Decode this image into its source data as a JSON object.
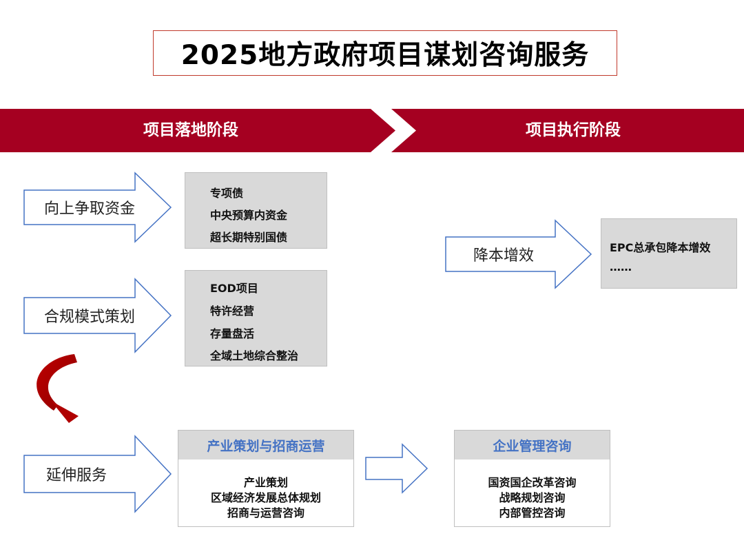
{
  "title": "2025地方政府项目谋划咨询服务",
  "banner": {
    "stage_left": "项目落地阶段",
    "stage_right": "项目执行阶段",
    "color": "#a50021"
  },
  "arrows": {
    "funding": "向上争取资金",
    "compliance": "合规模式策划",
    "extension": "延伸服务",
    "cost": "降本增效"
  },
  "boxes": {
    "funding": [
      "专项债",
      "中央预算内资金",
      "超长期特别国债"
    ],
    "compliance": [
      "EOD项目",
      "特许经营",
      "存量盘活",
      "全域土地综合整治"
    ],
    "cost": [
      "EPC总承包降本增效",
      "……"
    ]
  },
  "cards": {
    "industry": {
      "title": "产业策划与招商运营",
      "items": [
        "产业策划",
        "区域经济发展总体规划",
        "招商与运营咨询"
      ]
    },
    "enterprise": {
      "title": "企业管理咨询",
      "items": [
        "国资国企改革咨询",
        "战略规划咨询",
        "内部管控咨询"
      ]
    }
  }
}
